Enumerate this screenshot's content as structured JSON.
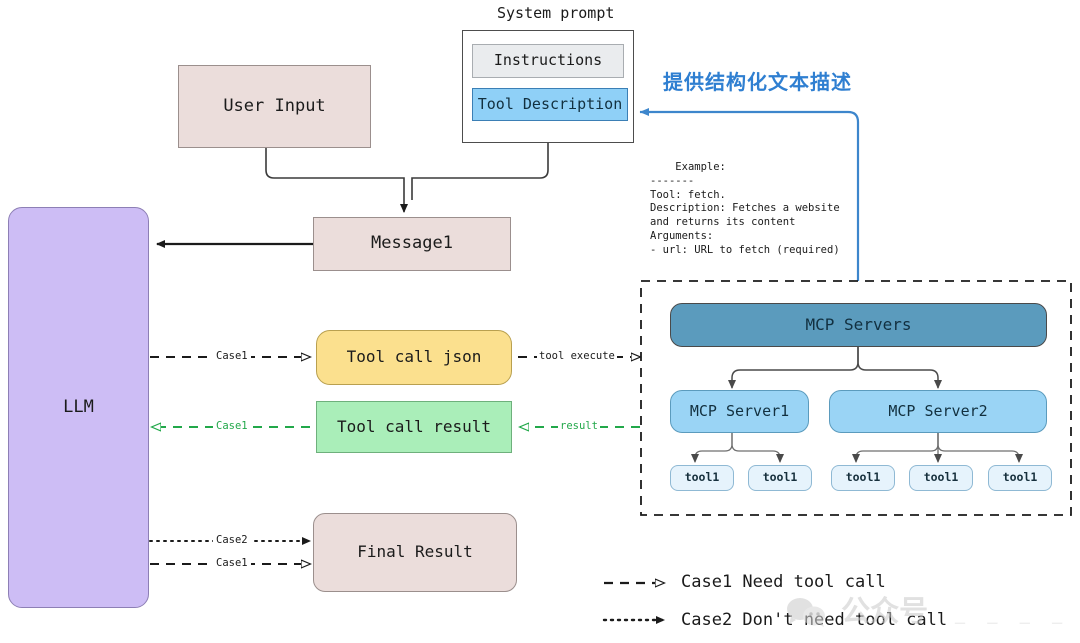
{
  "diagram": {
    "title_caption": "System prompt",
    "annotation_cn": "提供结构化文本描述",
    "nodes": {
      "user_input": "User Input",
      "instructions": "Instructions",
      "tool_description": "Tool Description",
      "message1": "Message1",
      "llm": "LLM",
      "tool_call_json": "Tool call json",
      "tool_call_result": "Tool call result",
      "final_result": "Final Result",
      "mcp_servers": "MCP Servers",
      "mcp_server1": "MCP Server1",
      "mcp_server2": "MCP Server2",
      "tools": [
        "tool1",
        "tool1",
        "tool1",
        "tool1",
        "tool1"
      ]
    },
    "edge_labels": {
      "case1_json": "Case1",
      "case1_result": "Case1",
      "case2_final": "Case2",
      "case1_final": "Case1",
      "tool_execute": "tool execute",
      "result": "result"
    },
    "example_text": "Example:\n-------\nTool: fetch.\nDescription: Fetches a website\nand returns its content\nArguments:\n- url: URL to fetch (required)",
    "legend": [
      {
        "style": "dashed",
        "label": "Case1 Need tool call"
      },
      {
        "style": "dotted",
        "label": "Case2 Don't need tool call"
      }
    ],
    "watermark": "公众号",
    "colors": {
      "beige": "#ebdddb",
      "lavender": "#cdbdf5",
      "yellow": "#fbe08e",
      "green": "#aaeeb9",
      "tool_description_blue": "#8fd0f7",
      "mcp_header_blue": "#5b9bbd",
      "mcp_server_blue": "#9ad4f5",
      "tool_node_blue": "#e6f3fc",
      "annotation_blue": "#2f7fd1",
      "result_green": "#22a84a"
    }
  }
}
